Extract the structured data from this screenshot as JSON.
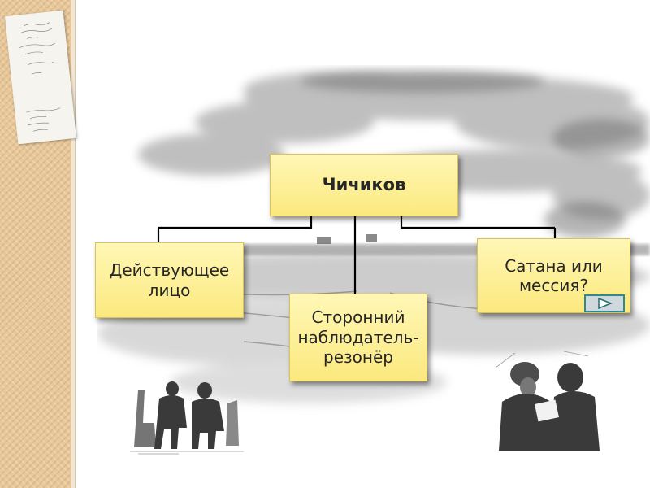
{
  "diagram": {
    "root": {
      "label": "Чичиков"
    },
    "children": [
      {
        "label": "Действующее\nлицо"
      },
      {
        "label": "Сторонний\nнаблюдатель-\nрезонёр"
      },
      {
        "label": "Сатана или\nмессия?"
      }
    ]
  },
  "navigation": {
    "next_icon": "play-arrow-icon"
  },
  "colors": {
    "box_fill": "#fbe97e",
    "box_border": "#d8c35a",
    "connector": "#000000",
    "side_strip": "#e8c89a",
    "button_border": "#2e8b8b"
  }
}
